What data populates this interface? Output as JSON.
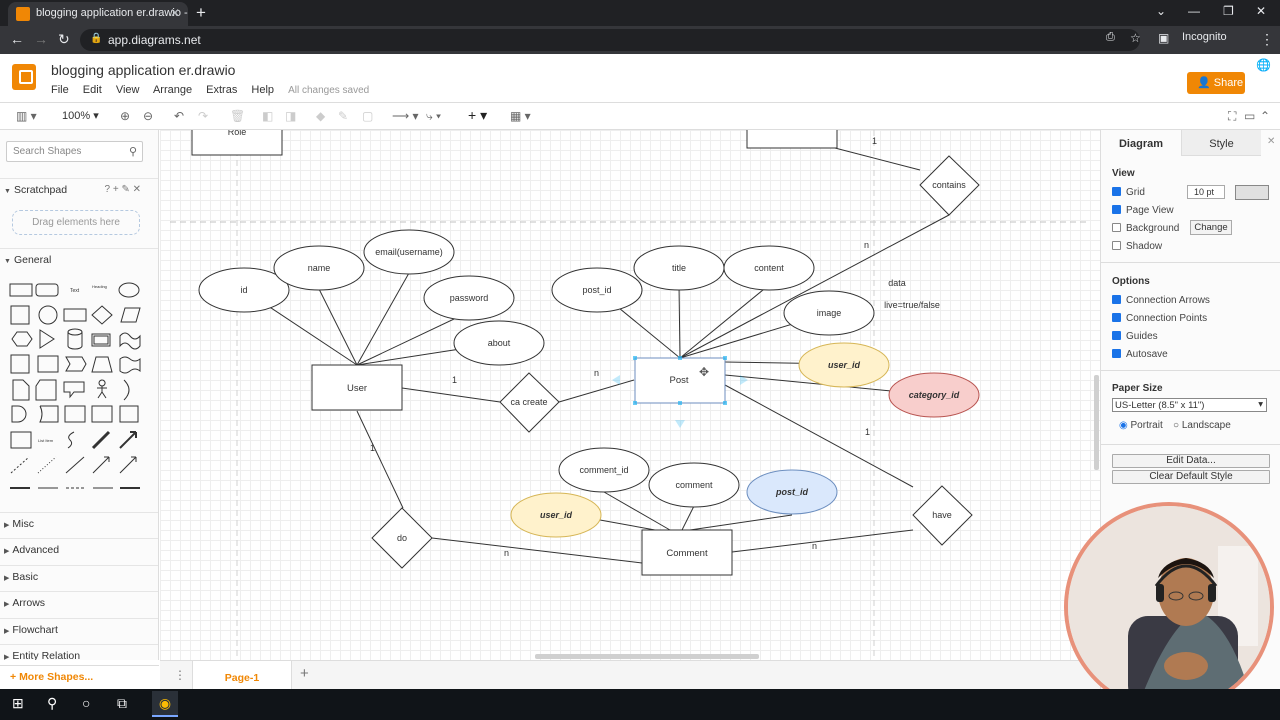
{
  "browser": {
    "tab_title": "blogging application er.drawio -",
    "tab_close": "✕",
    "new_tab": "+",
    "url": "app.diagrams.net",
    "mode": "Incognito"
  },
  "app": {
    "doc_title": "blogging application er.drawio",
    "menu": [
      "File",
      "Edit",
      "View",
      "Arrange",
      "Extras",
      "Help"
    ],
    "save_status": "All changes saved",
    "share_label": "Share",
    "accent": "#f08705"
  },
  "toolbar": {
    "zoom": "100%"
  },
  "sidebar": {
    "search_placeholder": "Search Shapes",
    "scratchpad": "Scratchpad",
    "dropzone": "Drag elements here",
    "general": "General",
    "sections": [
      "Misc",
      "Advanced",
      "Basic",
      "Arrows",
      "Flowchart",
      "Entity Relation"
    ],
    "more_shapes": "More Shapes..."
  },
  "diagram": {
    "entities": {
      "role": "Role",
      "user": "User",
      "post": "Post",
      "comment": "Comment"
    },
    "relations": {
      "contains": "contains",
      "create": "ca create",
      "do": "do",
      "have": "have"
    },
    "attributes": {
      "user_id": "id",
      "user_name": "name",
      "user_email": "email(username)",
      "user_password": "password",
      "user_about": "about",
      "post_id": "post_id",
      "post_title": "title",
      "post_content": "content",
      "post_image": "image",
      "post_user_id": "user_id",
      "post_category_id": "category_id",
      "comment_id": "comment_id",
      "comment_text": "comment",
      "comment_post_id": "post_id",
      "comment_user_id": "user_id"
    },
    "labels": {
      "data": "data",
      "live": "live=true/false"
    },
    "cardinality": {
      "role_contains": "1",
      "contains_post": "n",
      "user_create": "1",
      "create_post": "n",
      "post_have": "1",
      "have_comment": "n",
      "user_do": "1",
      "do_comment": "n"
    },
    "colors": {
      "user_id_fill": "#fff2cc",
      "user_id_stroke": "#d6b656",
      "category_fill": "#f8cecc",
      "category_stroke": "#b85450",
      "post_id_fill": "#dae8fc",
      "post_id_stroke": "#6c8ebf"
    }
  },
  "pages": {
    "current": "Page-1"
  },
  "format_panel": {
    "tabs": [
      "Diagram",
      "Style"
    ],
    "view_heading": "View",
    "grid": "Grid",
    "grid_size": "10 pt",
    "page_view": "Page View",
    "background": "Background",
    "change_button": "Change",
    "shadow": "Shadow",
    "options_heading": "Options",
    "connection_arrows": "Connection Arrows",
    "connection_points": "Connection Points",
    "guides": "Guides",
    "autosave": "Autosave",
    "paper_heading": "Paper Size",
    "paper_value": "US-Letter (8.5\" x 11\")",
    "portrait": "Portrait",
    "landscape": "Landscape",
    "edit_data": "Edit Data...",
    "clear_style": "Clear Default Style"
  }
}
